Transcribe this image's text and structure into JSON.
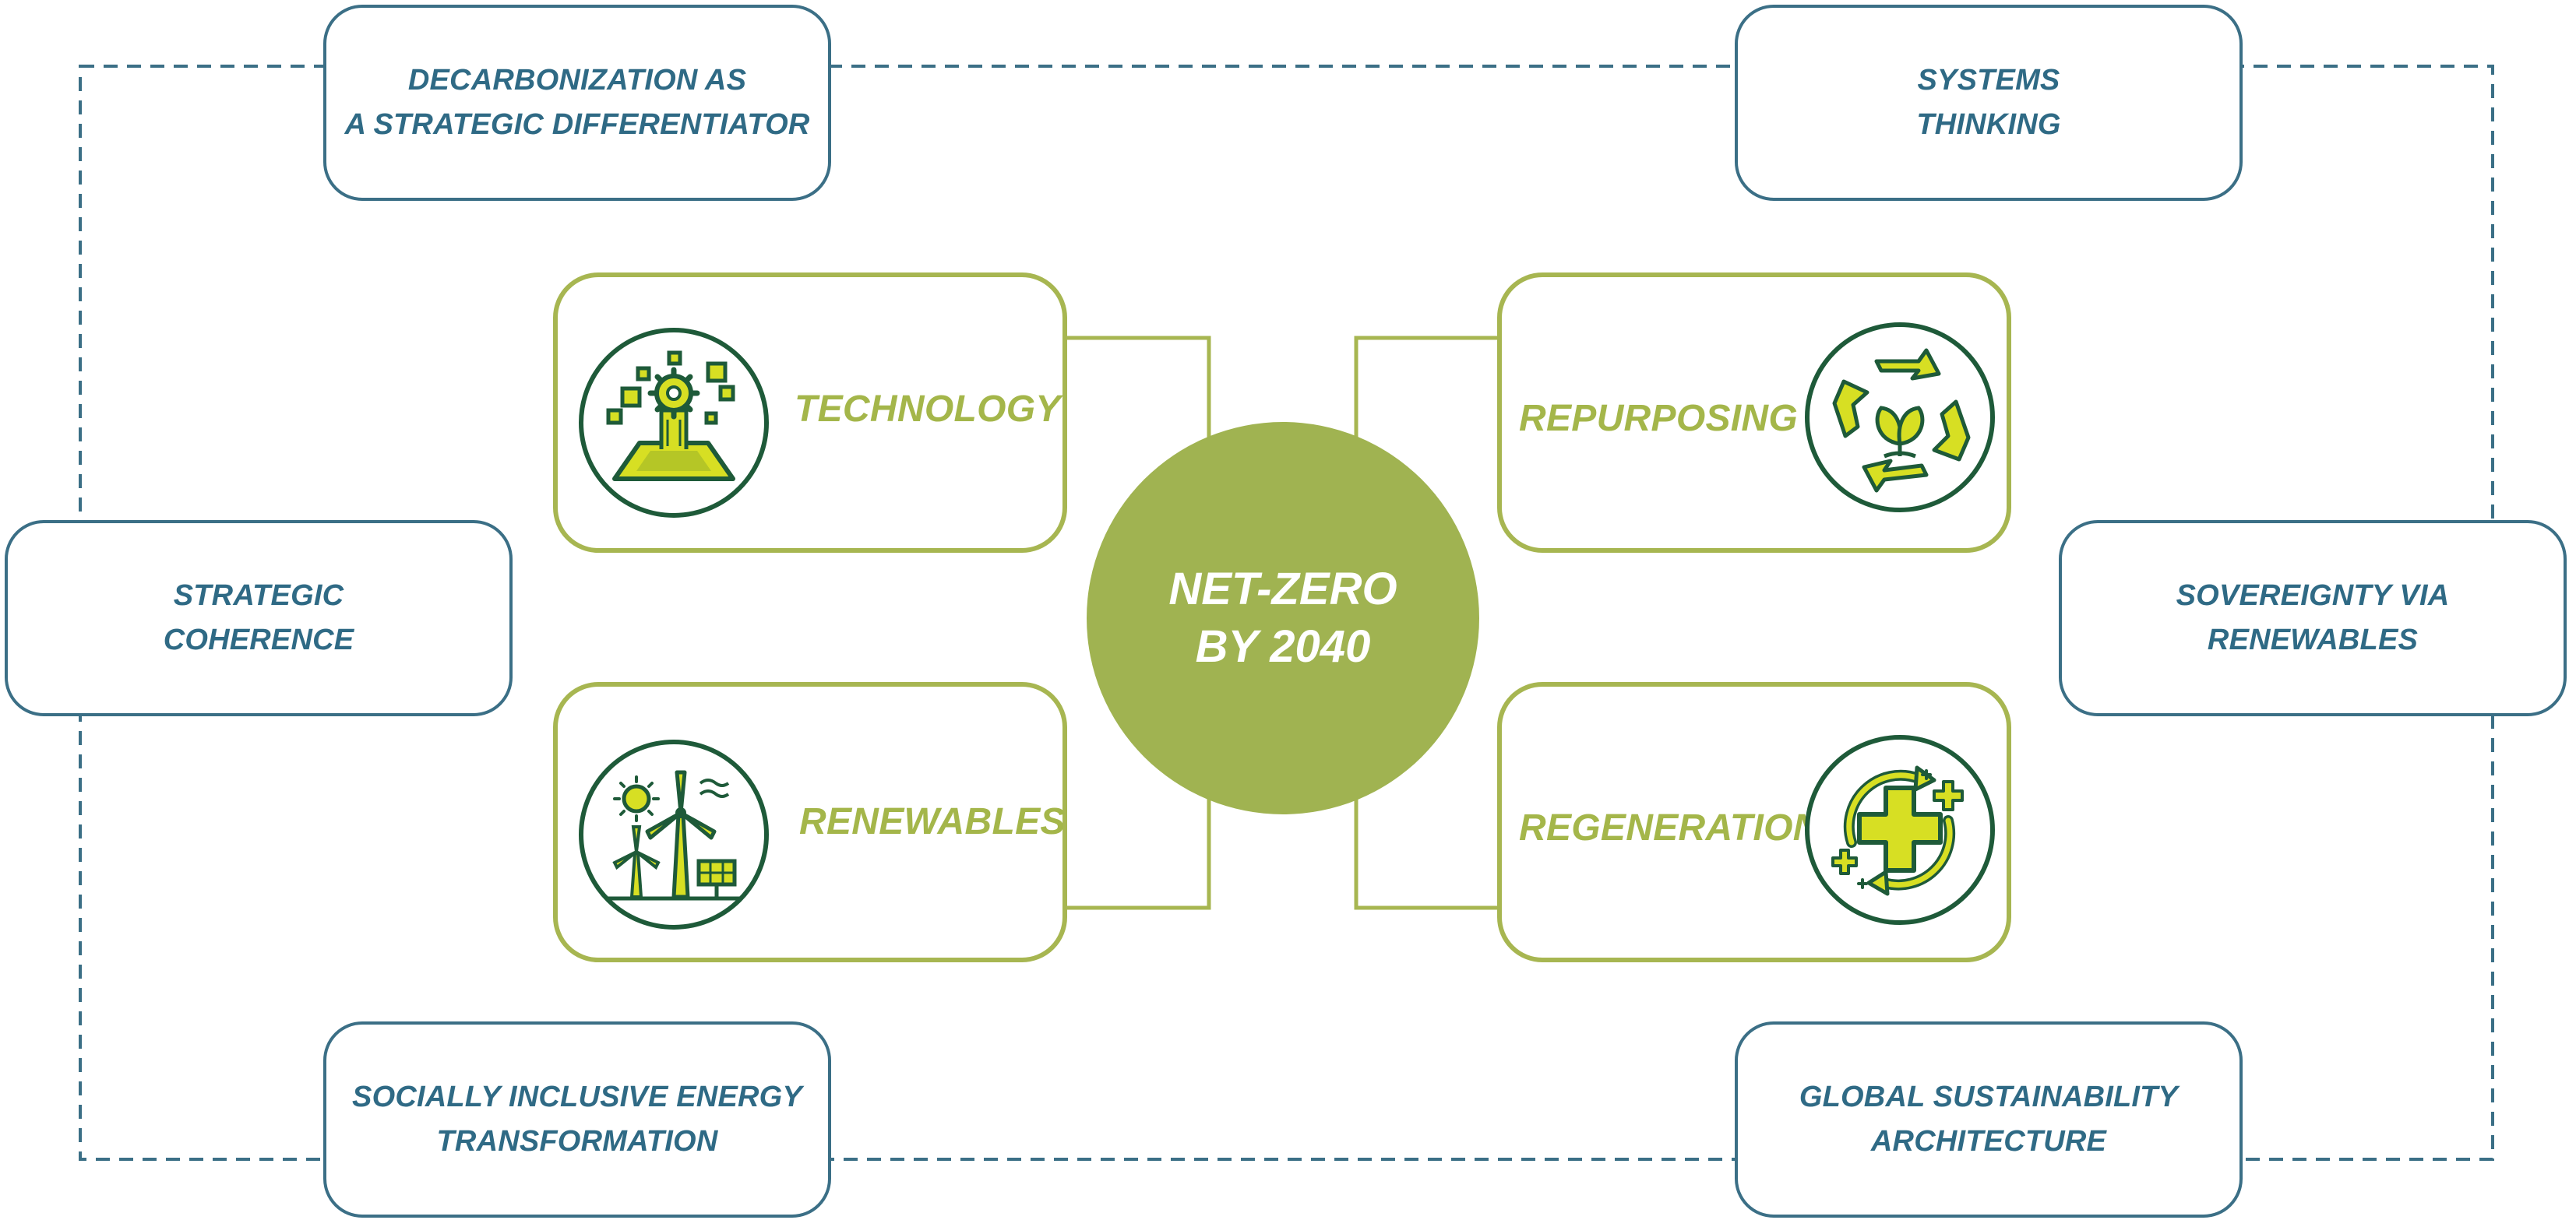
{
  "colors": {
    "frame": "#2f6a85",
    "accent_green": "#a4b64a",
    "hub_fill": "#a0b351",
    "icon_dark": "#1e5a39",
    "icon_fill": "#d7df23"
  },
  "hub": {
    "label": "NET-ZERO\nBY 2040"
  },
  "outer": {
    "top_left": "DECARBONIZATION AS\nA STRATEGIC DIFFERENTIATOR",
    "top_right": "SYSTEMS\nTHINKING",
    "mid_left": "STRATEGIC\nCOHERENCE",
    "mid_right": "SOVEREIGNTY VIA\nRENEWABLES",
    "bottom_left": "SOCIALLY INCLUSIVE ENERGY\nTRANSFORMATION",
    "bottom_right": "GLOBAL SUSTAINABILITY\nARCHITECTURE"
  },
  "pillars": {
    "technology": {
      "label": "TECHNOLOGY",
      "icon": "chip-gear-icon"
    },
    "renewables": {
      "label": "RENEWABLES",
      "icon": "wind-solar-icon"
    },
    "repurposing": {
      "label": "REPURPOSING",
      "icon": "recycle-leaf-icon"
    },
    "regeneration": {
      "label": "REGENERATION",
      "icon": "regeneration-cross-icon"
    }
  }
}
